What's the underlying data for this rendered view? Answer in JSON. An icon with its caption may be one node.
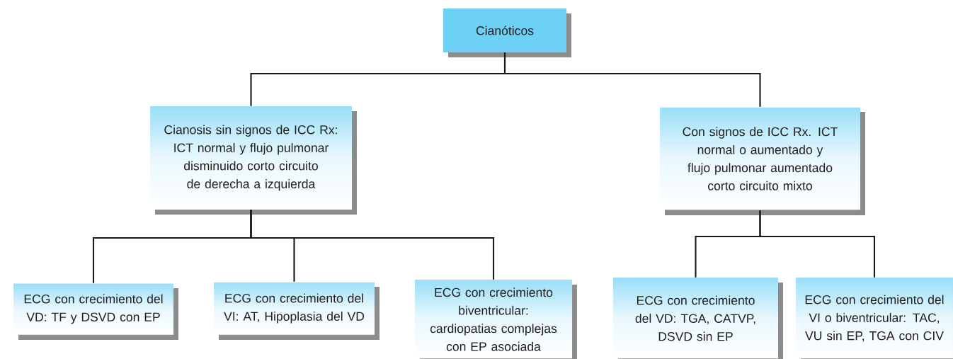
{
  "diagram": {
    "nodes": [
      {
        "text": [
          "Cianóticos"
        ]
      },
      {
        "text": [
          "Cianosis sin signos de ICC Rx: ICT normal y flujo pulmonar disminuido corto circuito de derecha a izquierda"
        ]
      },
      {
        "text": [
          "Con signos de ICC Rx. ICT normal o aumentado y flujo pulmonar aumentado corto circuito mixto"
        ]
      },
      {
        "text": [
          "ECG con crecimiento del VD: TF y DSVD con EP"
        ]
      },
      {
        "text": [
          "ECG con crecimiento del VI: AT, Hipoplasia del VD"
        ]
      },
      {
        "text": [
          "ECG con crecimiento biventricular: cardiopatias complejas con EP asociada"
        ]
      },
      {
        "text": [
          "ECG con crecimiento del VD: TGA, CATVP, DSVD sin EP"
        ]
      },
      {
        "text": [
          "ECG con crecimiento del VI o biventricular: TAC, VU sin EP, TGA con CIV"
        ]
      }
    ],
    "edges": [
      {
        "from": 0,
        "to": 1,
        "arrow": "none"
      },
      {
        "from": 0,
        "to": 2,
        "arrow": "none"
      },
      {
        "from": 1,
        "to": 3,
        "arrow": "none"
      },
      {
        "from": 1,
        "to": 4,
        "arrow": "none"
      },
      {
        "from": 1,
        "to": 5,
        "arrow": "none"
      },
      {
        "from": 2,
        "to": 6,
        "arrow": "none"
      },
      {
        "from": 2,
        "to": 7,
        "arrow": "none"
      }
    ]
  }
}
